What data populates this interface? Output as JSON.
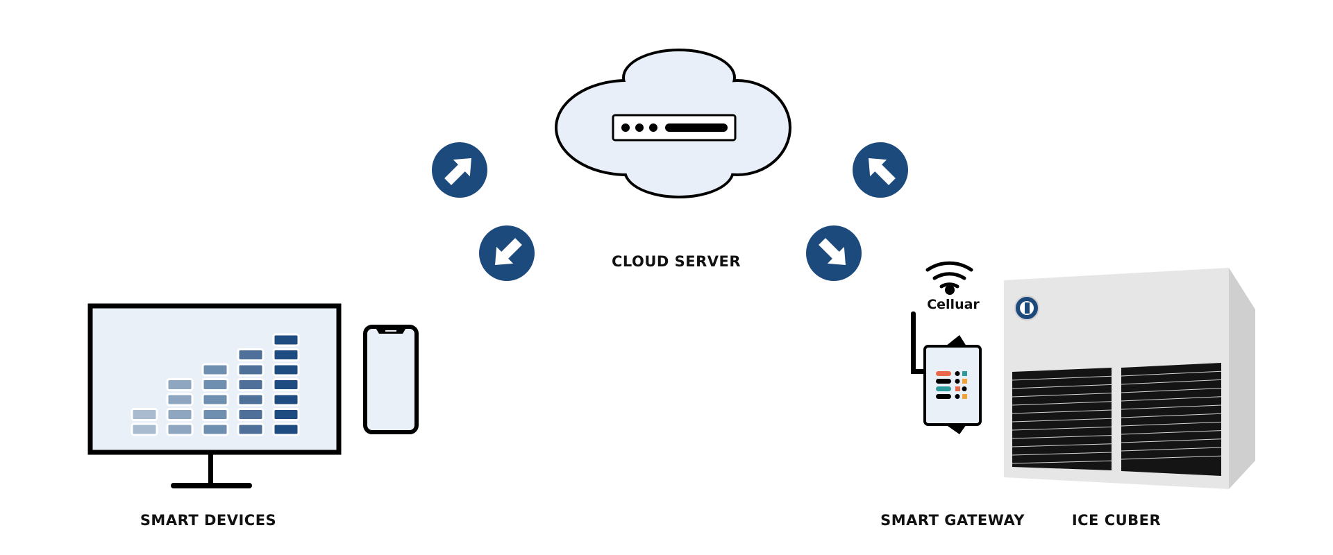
{
  "colors": {
    "accent_navy": "#1d4a7c",
    "cloud_fill": "#e9eff8",
    "screen_fill": "#eaf0f8",
    "cuber_body": "#e6e6e6",
    "bar_colors": [
      "#a9bccf",
      "#8ea6bf",
      "#6f8fb0",
      "#4f7098",
      "#1f4c80"
    ]
  },
  "labels": {
    "cloud_server": "CLOUD SERVER",
    "smart_devices": "SMART DEVICES",
    "smart_gateway": "SMART GATEWAY",
    "ice_cuber": "ICE CUBER",
    "cellular": "Celluar"
  },
  "icons": {
    "cloud": "cloud-icon",
    "server": "server-icon",
    "arrow_up_right": "arrow-up-right-icon",
    "arrow_down_left": "arrow-down-left-icon",
    "arrow_up_left": "arrow-up-left-icon",
    "arrow_down_right": "arrow-down-right-icon",
    "wifi": "wifi-icon",
    "monitor": "monitor-icon",
    "phone": "smartphone-icon",
    "gateway": "gateway-device-icon",
    "ice_machine": "ice-machine-icon",
    "logo": "brand-logo-icon"
  },
  "monitor_bar_columns": [
    2,
    4,
    5,
    6,
    7
  ]
}
